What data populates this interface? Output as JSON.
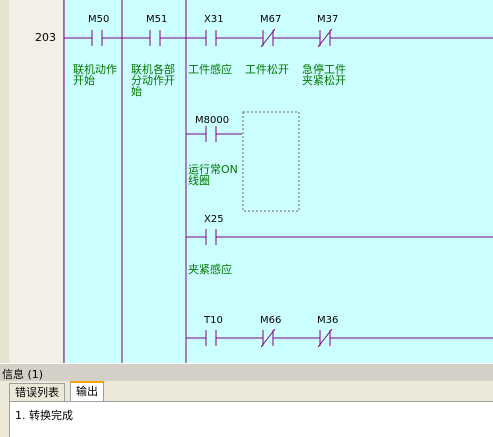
{
  "editor": {
    "step_number": "203",
    "contacts": [
      {
        "device": "M50",
        "comment": "联机动作开始"
      },
      {
        "device": "M51",
        "comment": "联机各部分动作开始"
      },
      {
        "device": "X31",
        "comment": "工件感应"
      },
      {
        "device": "M67",
        "comment": "工件松开"
      },
      {
        "device": "M37",
        "comment": "急停工件夹紧松开"
      },
      {
        "device": "M8000",
        "comment": "运行常ON线圈"
      },
      {
        "device": "X25",
        "comment": "夹紧感应"
      },
      {
        "device": "T10",
        "comment": ""
      },
      {
        "device": "M66",
        "comment": ""
      },
      {
        "device": "M36",
        "comment": ""
      }
    ],
    "comment_lines": {
      "m50": [
        "联机动作",
        "开始"
      ],
      "m51": [
        "联机各部",
        "分动作开",
        "始"
      ],
      "x31": [
        "工件感应"
      ],
      "m67": [
        "工件松开"
      ],
      "m37": [
        "急停工件",
        "夹紧松开"
      ],
      "m8000": [
        "运行常ON",
        "线圈"
      ],
      "x25": [
        "夹紧感应"
      ]
    }
  },
  "info_panel": {
    "title": "信息 (1)",
    "tabs": [
      {
        "label": "错误列表",
        "active": false
      },
      {
        "label": "输出",
        "active": true
      }
    ],
    "output_lines": [
      "1. 转换完成"
    ]
  },
  "colors": {
    "ladder_background": "#ccffff",
    "wire": "#800080",
    "comment_text": "#007700"
  }
}
